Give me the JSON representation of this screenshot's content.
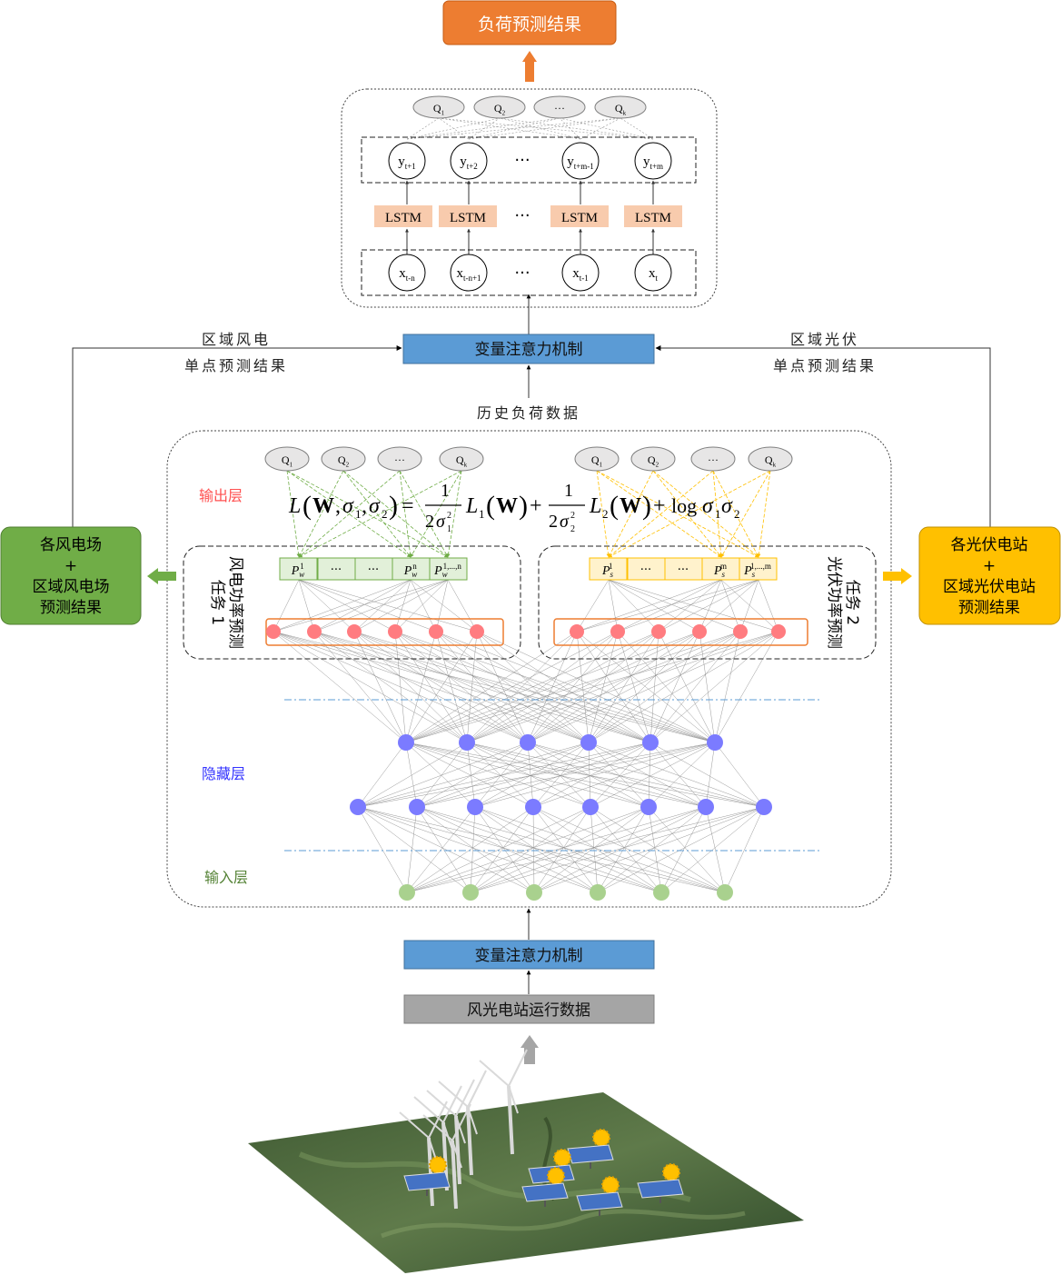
{
  "output": {
    "load_result": "负荷预测结果"
  },
  "lstm_block": {
    "q_nodes": [
      "Q1",
      "Q2",
      "···",
      "Qk"
    ],
    "y_nodes": [
      "yt+1",
      "yt+2",
      "···",
      "yt+m-1",
      "yt+m"
    ],
    "lstm_cells": [
      "LSTM",
      "LSTM",
      "···",
      "LSTM",
      "LSTM"
    ],
    "x_nodes": [
      "xt-n",
      "xt-n+1",
      "···",
      "xt-1",
      "xt"
    ]
  },
  "attention_top": "变量注意力机制",
  "wind_single": [
    "区域风电",
    "单点预测结果"
  ],
  "pv_single": [
    "区域光伏",
    "单点预测结果"
  ],
  "history_load": "历史负荷数据",
  "mtl_block": {
    "output_layer_label": "输出层",
    "hidden_layer_label": "隐藏层",
    "input_layer_label": "输入层",
    "loss_formula": "L(W,σ1,σ2) = 1/(2σ1²) L1(W) + 1/(2σ2²) L2(W) + log σ1σ2",
    "wind_q": [
      "Q1",
      "Q2",
      "···",
      "Qk"
    ],
    "pv_q": [
      "Q1",
      "Q2",
      "···",
      "Qk"
    ],
    "task1": {
      "title": "任务 1",
      "subtitle": "风电功率预测",
      "cells": [
        "Pw1",
        "···",
        "···",
        "Pwn",
        "Pw1,...,n"
      ]
    },
    "task2": {
      "title": "任务 2",
      "subtitle": "光伏功率预测",
      "cells": [
        "Ps1",
        "···",
        "···",
        "Psm",
        "Ps1,...,m"
      ]
    }
  },
  "wind_result": [
    "各风电场",
    "+",
    "区域风电场",
    "预测结果"
  ],
  "pv_result": [
    "各光伏电站",
    "+",
    "区域光伏电站",
    "预测结果"
  ],
  "attention_bottom": "变量注意力机制",
  "station_data": "风光电站运行数据",
  "colors": {
    "orange": "#ed7d31",
    "blue_box": "#5b9bd5",
    "green_box": "#70ad47",
    "yellow_box": "#ffc000",
    "gray_box": "#a5a5a5",
    "lstm_fill": "#f8cbad",
    "red_node": "#ff7c80",
    "purple_node": "#7b7bff",
    "green_node": "#a9d18e",
    "wind_cell": "#e2f0d9",
    "pv_cell": "#fff2cc",
    "output_label": "#ff5050",
    "hidden_label": "#3333ff",
    "input_label": "#548235"
  }
}
